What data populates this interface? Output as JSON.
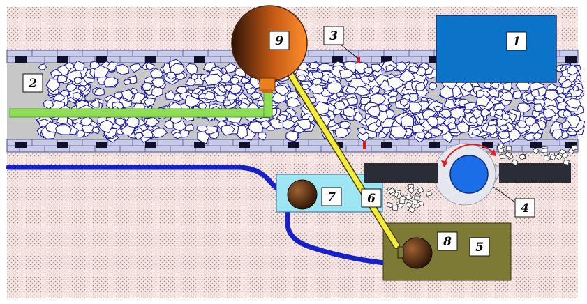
{
  "labels": {
    "l1": "1",
    "l2": "2",
    "l3": "3",
    "l4": "4",
    "l5": "5",
    "l6": "6",
    "l7": "7",
    "l8": "8",
    "l9": "9"
  },
  "colors": {
    "ground": "#f1e4e0",
    "ground_dots": "#b98f8f",
    "wall": "#c8cbe6",
    "wall_stroke": "#4a4f9e",
    "tunnel": "#c7c7c7",
    "rock_stroke": "#1a1ab0",
    "block_1": "#0b73c8",
    "pipe_green": "#8fdc55",
    "tube_blue": "#1520c8",
    "tube_yellow": "#f4ec3a",
    "tank_orange": "#e0721e",
    "box_6": "#9fe6f5",
    "box_5": "#7c7a34",
    "drum": "#1b6de8",
    "dark_bar": "#2a2c36",
    "sensor_red": "#e01818",
    "arrow_red": "#e02020"
  }
}
